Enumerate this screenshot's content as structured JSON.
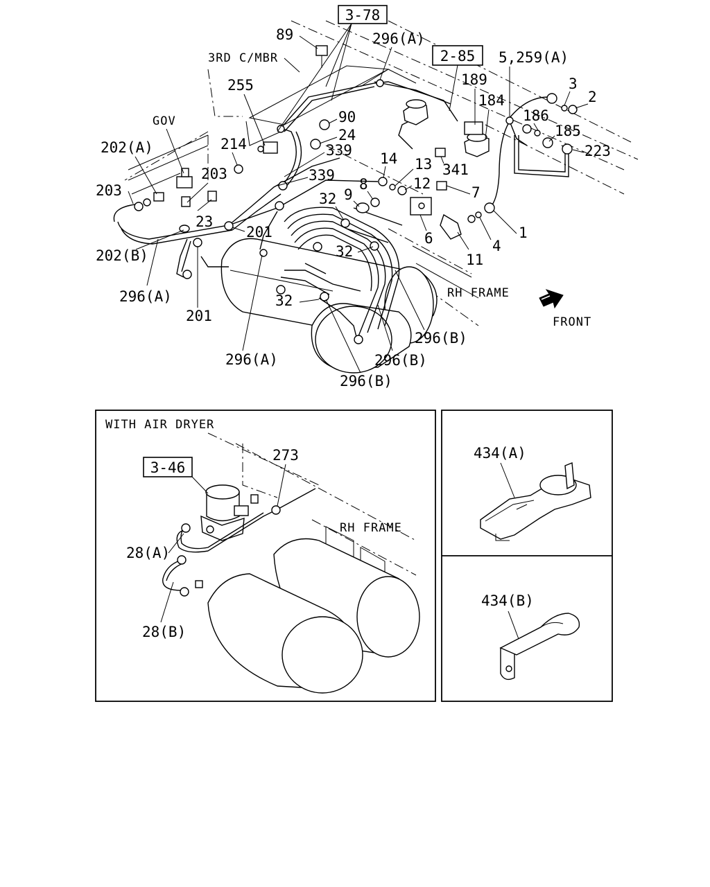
{
  "main_diagram": {
    "ref_boxes": [
      "3-78",
      "2-85"
    ],
    "area_labels": [
      "3RD C/MBR",
      "GOV",
      "RH FRAME",
      "FRONT"
    ],
    "callouts": [
      "89",
      "296(A)",
      "5,259(A)",
      "255",
      "189",
      "3",
      "2",
      "90",
      "184",
      "186",
      "185",
      "24",
      "223",
      "202(A)",
      "214",
      "339",
      "14",
      "13",
      "341",
      "203",
      "339",
      "9",
      "8",
      "12",
      "7",
      "203",
      "32",
      "23",
      "201",
      "1",
      "6",
      "4",
      "11",
      "202(B)",
      "32",
      "296(A)",
      "32",
      "201",
      "296(B)",
      "296(A)",
      "296(B)",
      "296(B)"
    ]
  },
  "air_dryer_panel": {
    "title": "WITH AIR DRYER",
    "ref_box": "3-46",
    "area_label": "RH FRAME",
    "callouts": [
      "273",
      "28(A)",
      "28(B)"
    ]
  },
  "detail_a": {
    "callout": "434(A)"
  },
  "detail_b": {
    "callout": "434(B)"
  },
  "icons": [
    "front-arrow-icon"
  ],
  "colors": {
    "ink": "#000000",
    "paper": "#ffffff"
  }
}
